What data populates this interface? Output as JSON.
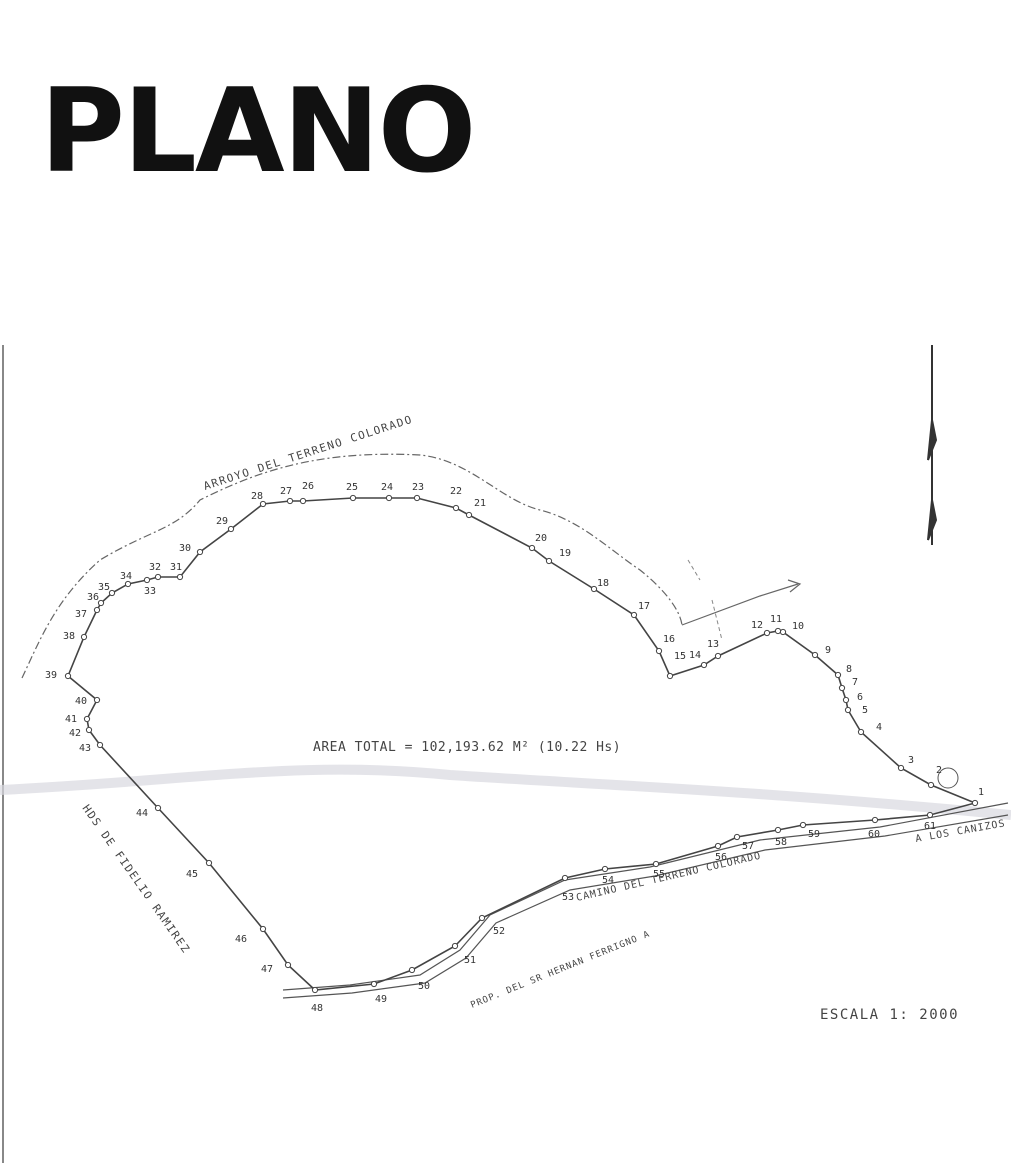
{
  "title": "PLANO",
  "plan": {
    "stream_label": "ARROYO DEL TERRENO COLORADO",
    "area_label": "AREA TOTAL = 102,193.62 M² (10.22 Hs)",
    "road_label": "CAMINO DEL TERRENO COLORADO",
    "destination_label": "A LOS CANIZOS",
    "west_neighbor_label": "HDS DE FIDELIO RAMIREZ",
    "south_neighbor_label": "PROP. DEL SR HERNAN FERRIGNO A",
    "scale_label": "ESCALA 1: 2000",
    "points": [
      {
        "n": "1"
      },
      {
        "n": "2"
      },
      {
        "n": "3"
      },
      {
        "n": "4"
      },
      {
        "n": "5"
      },
      {
        "n": "6"
      },
      {
        "n": "7"
      },
      {
        "n": "8"
      },
      {
        "n": "9"
      },
      {
        "n": "10"
      },
      {
        "n": "11"
      },
      {
        "n": "12"
      },
      {
        "n": "13"
      },
      {
        "n": "14"
      },
      {
        "n": "15"
      },
      {
        "n": "16"
      },
      {
        "n": "17"
      },
      {
        "n": "18"
      },
      {
        "n": "19"
      },
      {
        "n": "20"
      },
      {
        "n": "21"
      },
      {
        "n": "22"
      },
      {
        "n": "23"
      },
      {
        "n": "24"
      },
      {
        "n": "25"
      },
      {
        "n": "26"
      },
      {
        "n": "27"
      },
      {
        "n": "28"
      },
      {
        "n": "29"
      },
      {
        "n": "30"
      },
      {
        "n": "31"
      },
      {
        "n": "32"
      },
      {
        "n": "33"
      },
      {
        "n": "34"
      },
      {
        "n": "35"
      },
      {
        "n": "36"
      },
      {
        "n": "37"
      },
      {
        "n": "38"
      },
      {
        "n": "39"
      },
      {
        "n": "40"
      },
      {
        "n": "41"
      },
      {
        "n": "42"
      },
      {
        "n": "43"
      },
      {
        "n": "44"
      },
      {
        "n": "45"
      },
      {
        "n": "46"
      },
      {
        "n": "47"
      },
      {
        "n": "48"
      },
      {
        "n": "49"
      },
      {
        "n": "50"
      },
      {
        "n": "51"
      },
      {
        "n": "52"
      },
      {
        "n": "53"
      },
      {
        "n": "54"
      },
      {
        "n": "55"
      },
      {
        "n": "56"
      },
      {
        "n": "57"
      },
      {
        "n": "58"
      },
      {
        "n": "59"
      },
      {
        "n": "60"
      },
      {
        "n": "61"
      }
    ]
  }
}
